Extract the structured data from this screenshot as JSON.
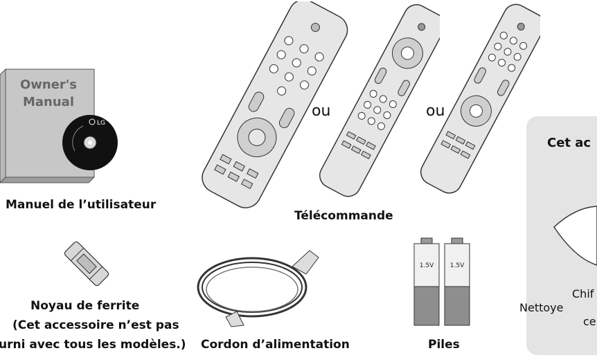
{
  "manual": {
    "cover_line1": "Owner's",
    "cover_line2": "Manual",
    "cd_brand": "LG",
    "caption": "Manuel de l’utilisateur"
  },
  "remote": {
    "caption": "Télécommande",
    "separator1": "ou",
    "separator2": "ou"
  },
  "ferrite": {
    "caption_line1": "Noyau de ferrite",
    "caption_line2": "(Cet accessoire n’est pas",
    "caption_line3": "urni avec tous les modèles.)"
  },
  "power_cord": {
    "caption": "Cordon d’alimentation"
  },
  "batteries": {
    "caption": "Piles",
    "label_left": "1.5V",
    "label_right": "1.5V"
  },
  "side_box": {
    "title": "Cet ac",
    "line1": "Chif",
    "line2": "Nettoye",
    "line3": "ce"
  }
}
